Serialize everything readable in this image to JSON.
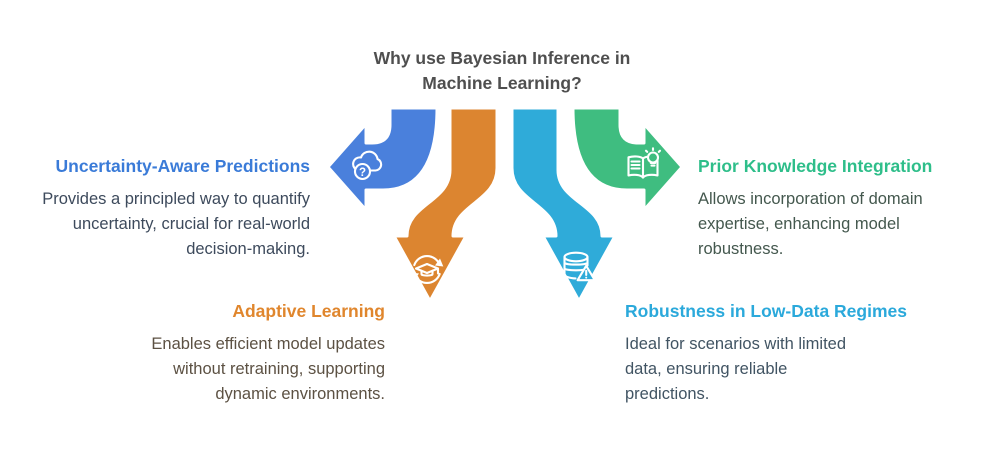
{
  "title": "Why use Bayesian Inference in Machine Learning?",
  "title_color": "#4F4F4F",
  "background": "#FFFFFF",
  "outline_color": "#FFFFFF",
  "sections": [
    {
      "id": "uncertainty-aware-predictions",
      "title": "Uncertainty-Aware Predictions",
      "body": "Provides a principled way to quantify uncertainty, crucial for real-world decision-making.",
      "icon": "cloud-question-icon",
      "arrow_direction": "left",
      "colors": {
        "arrow": "#4A80DC",
        "title": "#3A7BD8",
        "body": "#3D4A5C"
      }
    },
    {
      "id": "adaptive-learning",
      "title": "Adaptive Learning",
      "body": "Enables efficient model updates without retraining, supporting dynamic environments.",
      "icon": "graduation-refresh-icon",
      "arrow_direction": "down-left",
      "colors": {
        "arrow": "#DC8530",
        "title": "#E0862D",
        "body": "#5C5143"
      }
    },
    {
      "id": "robustness-low-data",
      "title": "Robustness in Low-Data Regimes",
      "body": "Ideal for scenarios with limited data, ensuring reliable predictions.",
      "icon": "database-warning-icon",
      "arrow_direction": "down-right",
      "colors": {
        "arrow": "#2FABD9",
        "title": "#2BA9DB",
        "body": "#415463"
      }
    },
    {
      "id": "prior-knowledge-integration",
      "title": "Prior Knowledge Integration",
      "body": "Allows incorporation of domain expertise, enhancing model robustness.",
      "icon": "book-bulb-icon",
      "arrow_direction": "right",
      "colors": {
        "arrow": "#3FBD80",
        "title": "#2EBE8A",
        "body": "#44584E"
      }
    }
  ],
  "icons": {
    "question_glyph": "?"
  }
}
